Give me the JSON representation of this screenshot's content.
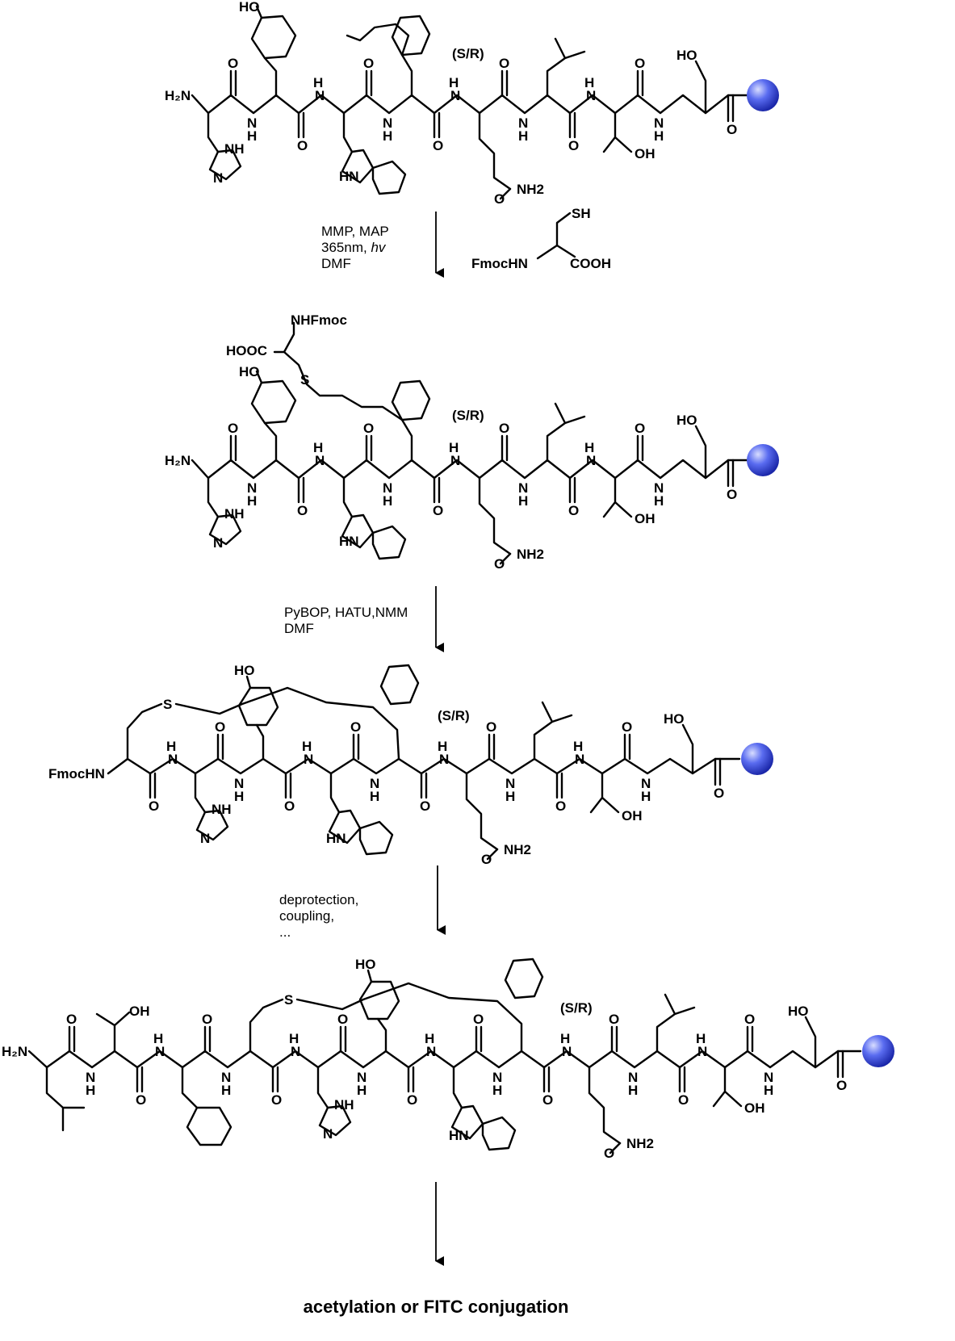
{
  "labels": {
    "oh": "OH",
    "ho": "HO",
    "h": "H",
    "n": "N",
    "o": "O",
    "s": "S",
    "nh": "NH",
    "hn": "HN",
    "h2n": "H₂N",
    "nh2": "NH2",
    "sr": "(S/R)",
    "sh": "SH",
    "cooh": "COOH",
    "hooc": "HOOC",
    "nhfmoc": "NHFmoc",
    "fmochn": "FmocHN",
    "fmocnh": "FmocHN"
  },
  "steps": [
    {
      "lines": [
        "MMP, MAP",
        "365nm, hv",
        "DMF"
      ],
      "reagent": "Fmoc-Cys-OH"
    },
    {
      "lines": [
        "PyBOP, HATU,NMM",
        "DMF"
      ]
    },
    {
      "lines": [
        "deprotection,",
        "coupling,",
        "..."
      ]
    }
  ],
  "product_label": "acetylation or FITC conjugation",
  "colors": {
    "resin_bead": "#3a4fe0",
    "resin_highlight": "#c9d0ff"
  }
}
